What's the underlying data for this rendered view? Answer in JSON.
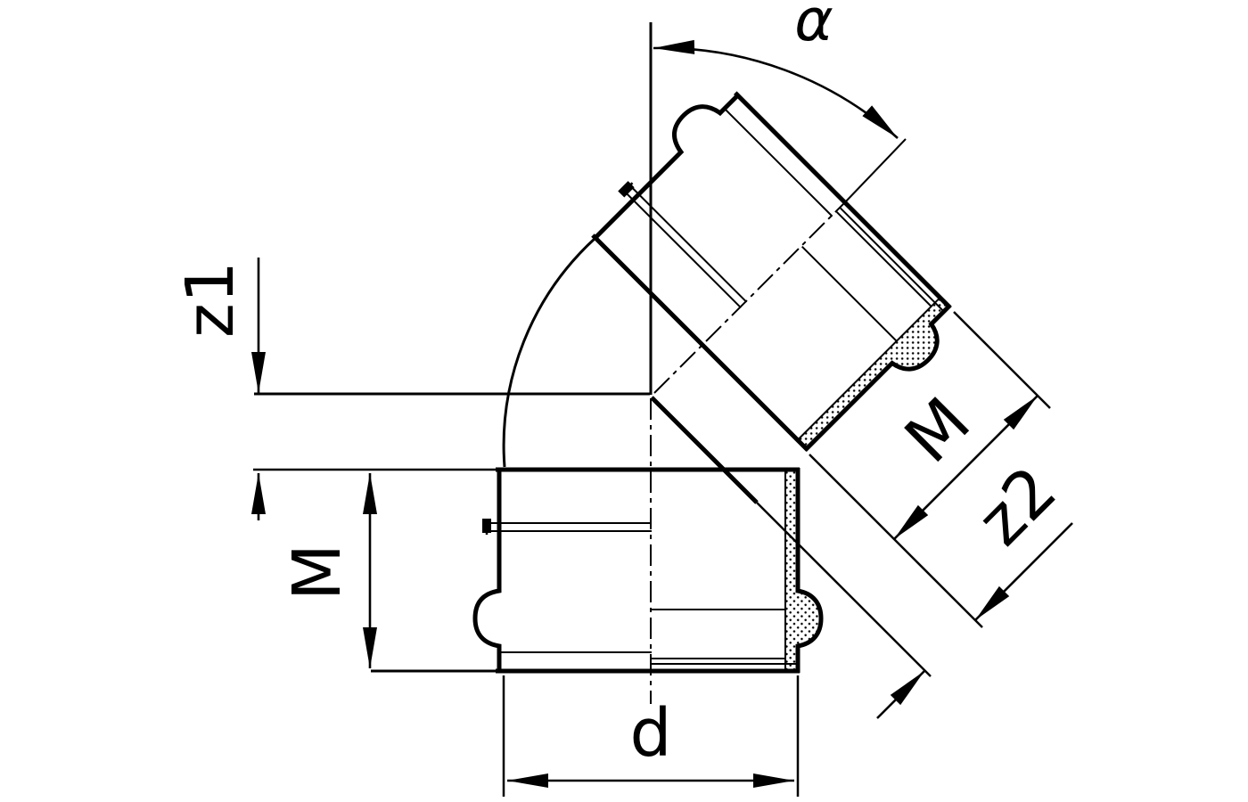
{
  "drawing": {
    "background_color": "#ffffff",
    "line_color": "#000000",
    "labels": {
      "alpha": "α",
      "z1": "z1",
      "m_left": "M",
      "m_right": "M",
      "z2": "z2",
      "d": "d"
    }
  }
}
